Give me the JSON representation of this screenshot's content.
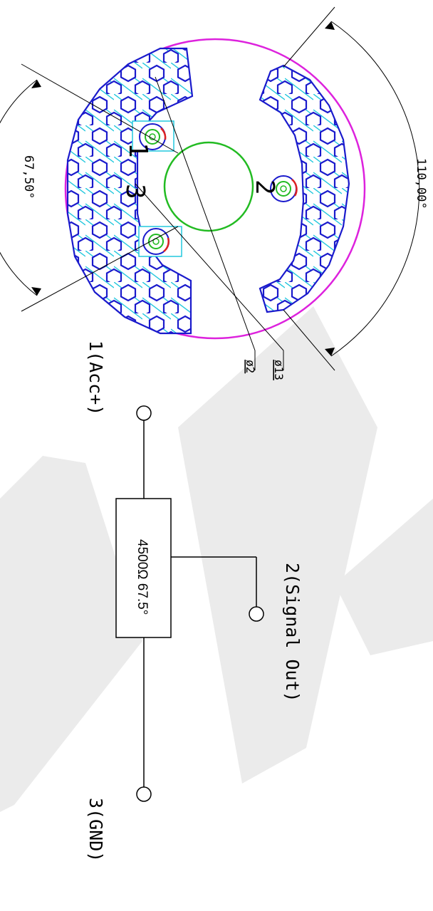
{
  "dimensions": {
    "angle_large": "110,00°",
    "angle_small": "67,50°",
    "dia_small": "ø2",
    "dia_large": "ø13"
  },
  "pins": {
    "pin1": "1",
    "pin2": "2",
    "pin3": "3"
  },
  "schematic": {
    "resistor_value": "4500Ω 67.5°",
    "label_pin1": "1(Acc+)",
    "label_pin2": "2(Signal Out)",
    "label_pin3": "3(GND)"
  },
  "colors": {
    "outer_ring": "#dd22dd",
    "track_outline": "#1a1acc",
    "hatch": "#22c8dd",
    "center_circle": "#22bb22",
    "lines": "#000000",
    "watermark": "#ebebeb"
  }
}
